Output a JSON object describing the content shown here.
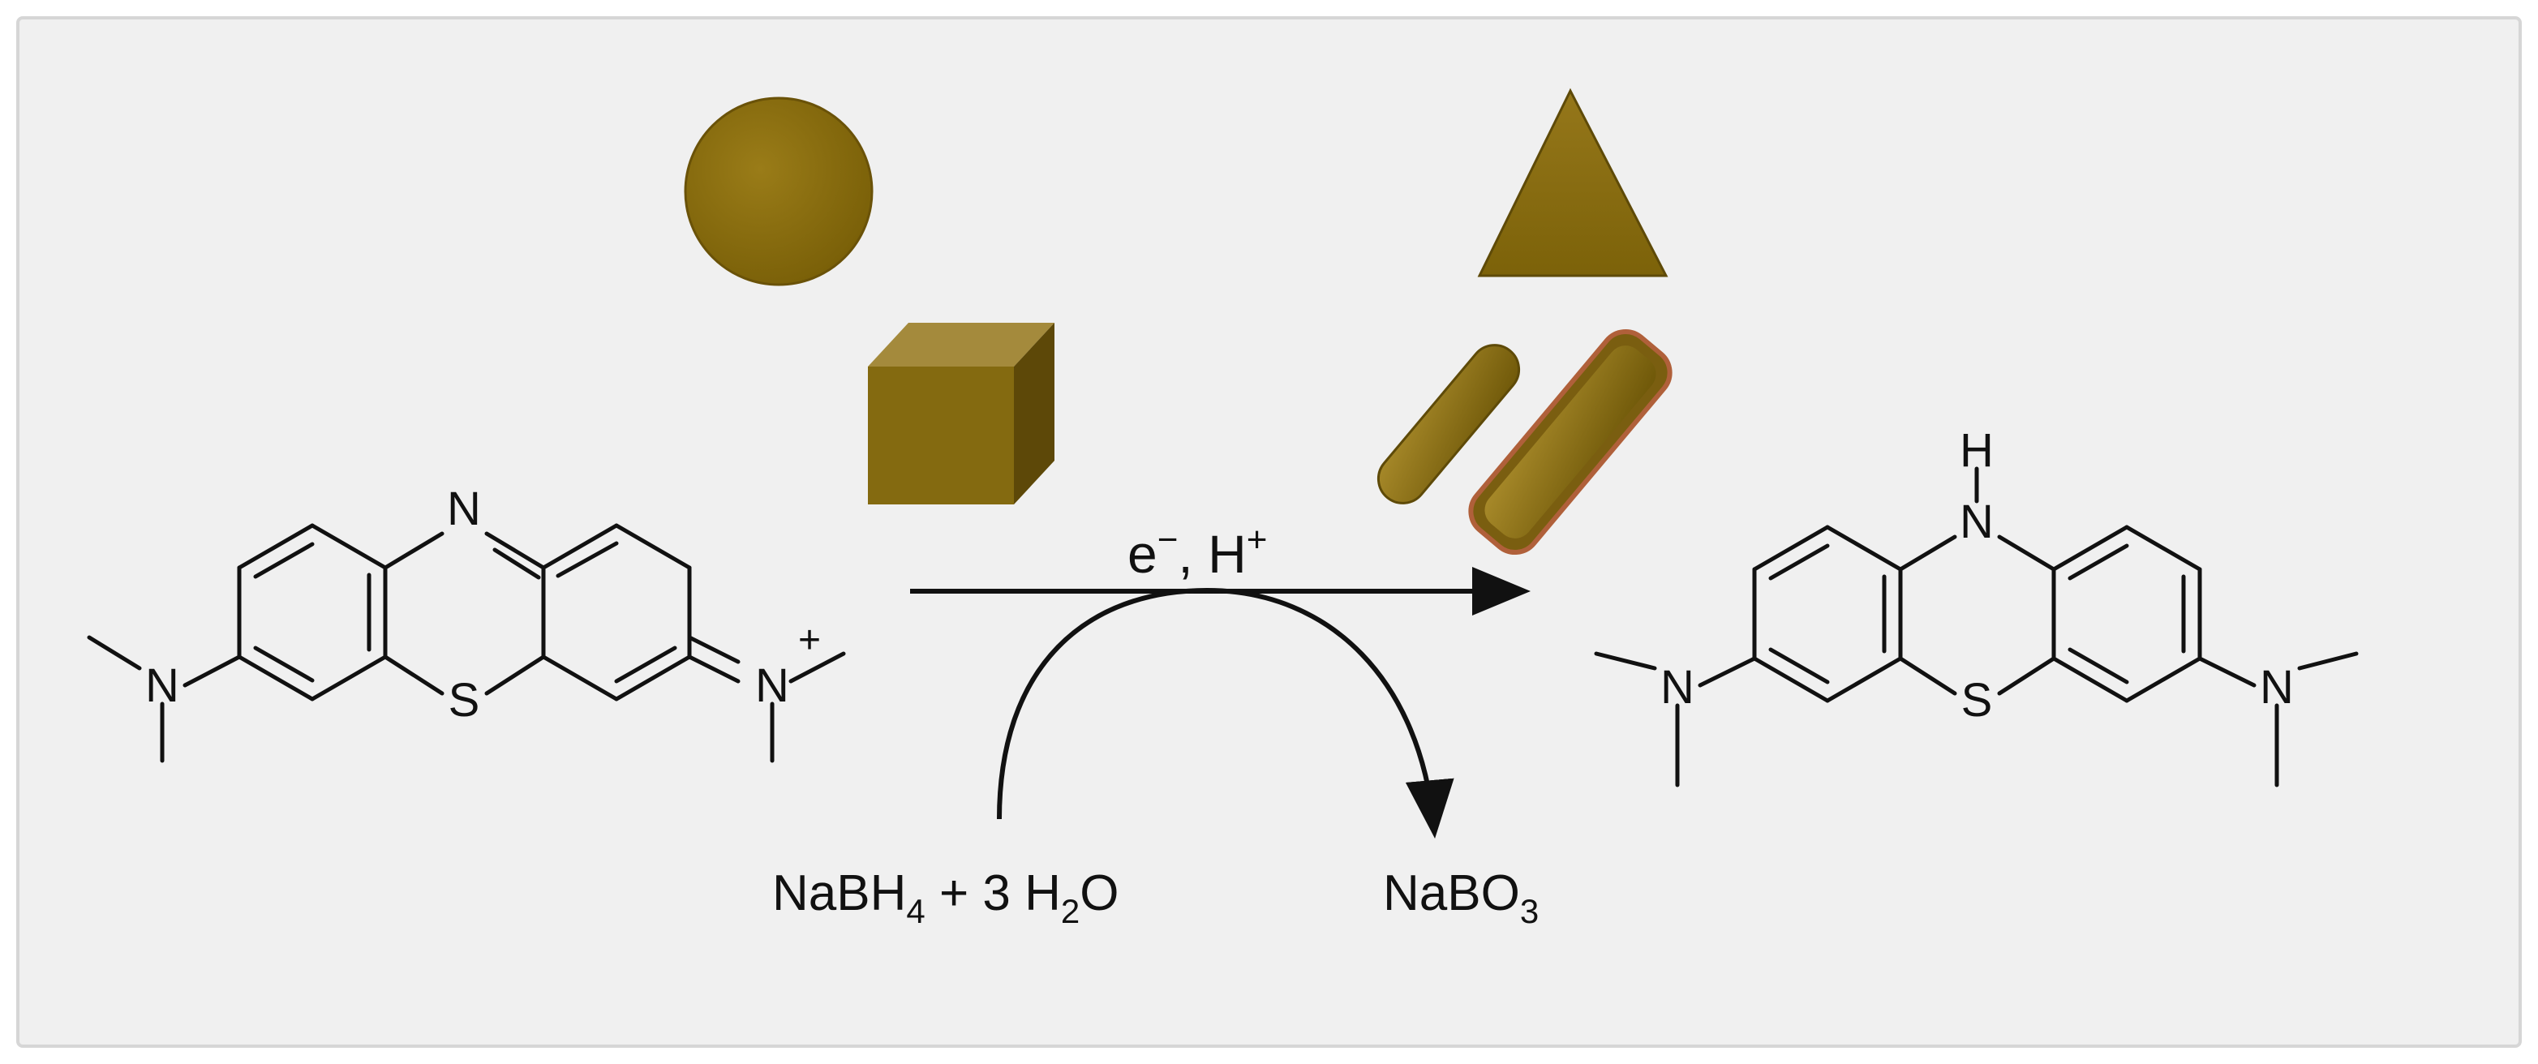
{
  "colors": {
    "panel_fill": "#f0f0f0",
    "panel_border": "#d4d4d4",
    "particle_gold": "#8c7010",
    "particle_highlight": "#b59a40",
    "particle_shadow": "#5e4a08",
    "ink": "#111111"
  },
  "reactant": {
    "ring_n": "N",
    "ring_s": "S",
    "left_amine": "N",
    "right_iminium": "N",
    "right_charge": "+"
  },
  "product": {
    "h": "H",
    "ring_n": "N",
    "ring_s": "S",
    "left_amine": "N",
    "right_amine": "N"
  },
  "reaction": {
    "conditions_main": "e",
    "conditions_minus": "−",
    "conditions_mid": ", H",
    "conditions_plus": "+",
    "reagent_pre": "NaBH",
    "reagent_sub1": "4",
    "reagent_mid": " + 3 H",
    "reagent_sub2": "2",
    "reagent_post": "O",
    "byproduct_pre": "NaBO",
    "byproduct_sub": "3"
  },
  "nanoparticles": {
    "shapes": [
      "sphere",
      "cube",
      "triangle",
      "rod",
      "core-shell rod"
    ]
  }
}
